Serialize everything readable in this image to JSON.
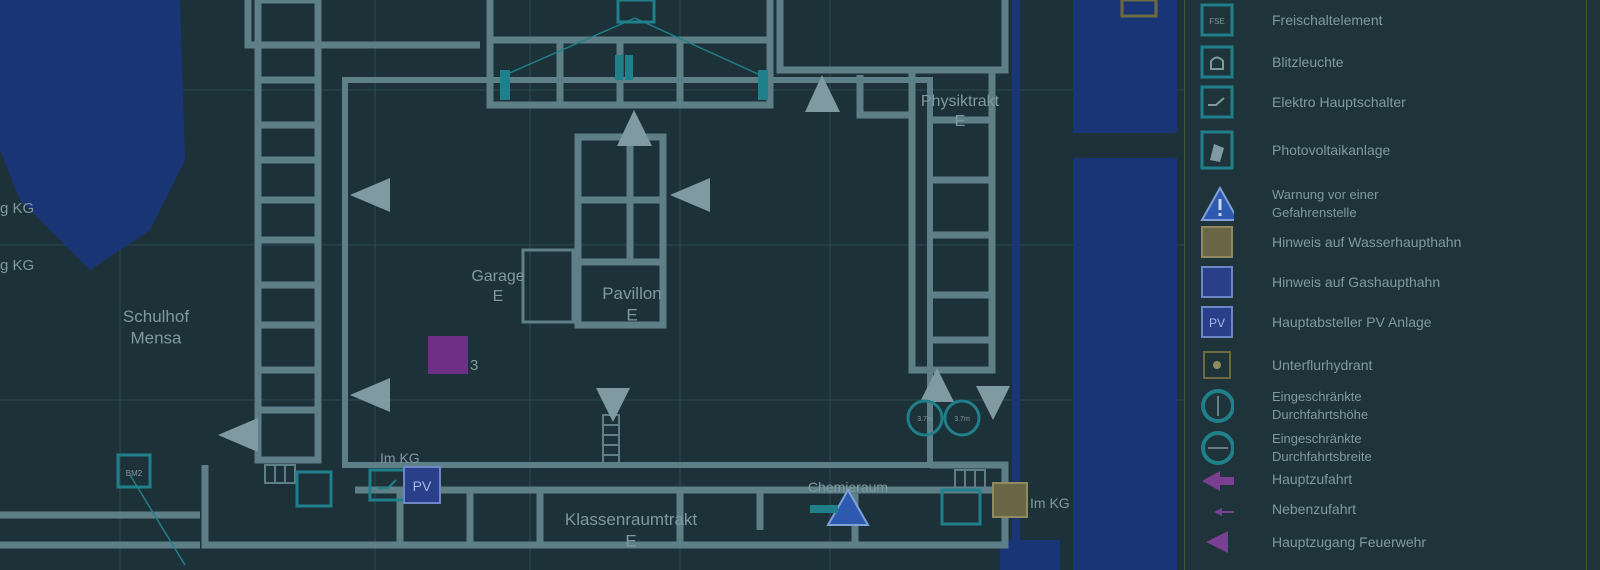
{
  "colors": {
    "background": "#1d3238",
    "walls": "#5f7f88",
    "grid": "#2b4a52",
    "water_blue": "#1a3576",
    "safety_teal": "#1f7f8a",
    "fire_purple": "#7a3f90",
    "text": "#7f9aa0",
    "legend_border": "#3c5a2e"
  },
  "map": {
    "labels": {
      "kg_upper": "g KG",
      "kg_lower": "g KG",
      "schoolyard": "Schulhof\nMensa",
      "garage": "Garage\nE",
      "pavilion": "Pavillon\nE",
      "physics_wing": "Physiktrakt\nE",
      "classroom_wing": "Klassenraumtrakt\nE",
      "chemistry_room": "Chemieraum",
      "im_kg_left": "Im KG",
      "im_kg_right": "Im KG",
      "bm_marker": "BM2",
      "pv_marker": "PV",
      "purple_room_suffix": "3",
      "clearance_height": "3.7m",
      "clearance_width": "3.7m"
    },
    "icons": [
      "warning-triangle-icon",
      "entry-arrow-icon",
      "fire-panel-icon",
      "main-switch-icon",
      "pv-switch-icon",
      "water-main-hint-icon",
      "restricted-height-icon",
      "restricted-width-icon"
    ]
  },
  "legend": {
    "items": [
      {
        "label": "Freischaltelement",
        "icon": "fse-icon"
      },
      {
        "label": "Blitzleuchte",
        "icon": "flash-light-icon"
      },
      {
        "label": "Elektro Hauptschalter",
        "icon": "main-switch-icon"
      },
      {
        "label": "Photovoltaikanlage",
        "icon": "photovoltaic-icon"
      },
      {
        "label": "Warnung vor einer\nGefahrenstelle",
        "icon": "warning-triangle-icon"
      },
      {
        "label": "Hinweis auf Wasserhaupthahn",
        "icon": "water-main-icon"
      },
      {
        "label": "Hinweis auf Gashaupthahn",
        "icon": "gas-main-icon"
      },
      {
        "label": "Hauptabsteller PV Anlage",
        "icon": "pv-switch-icon"
      },
      {
        "label": "Unterflurhydrant",
        "icon": "hydrant-icon"
      },
      {
        "label": "Eingeschränkte\nDurchfahrtshöhe",
        "icon": "restricted-height-icon"
      },
      {
        "label": "Eingeschränkte\nDurchfahrtsbreite",
        "icon": "restricted-width-icon"
      },
      {
        "label": "Hauptzufahrt",
        "icon": "main-access-arrow-icon"
      },
      {
        "label": "Nebenzufahrt",
        "icon": "secondary-access-arrow-icon"
      },
      {
        "label": "Hauptzugang Feuerwehr",
        "icon": "fire-brigade-entrance-icon"
      }
    ]
  }
}
